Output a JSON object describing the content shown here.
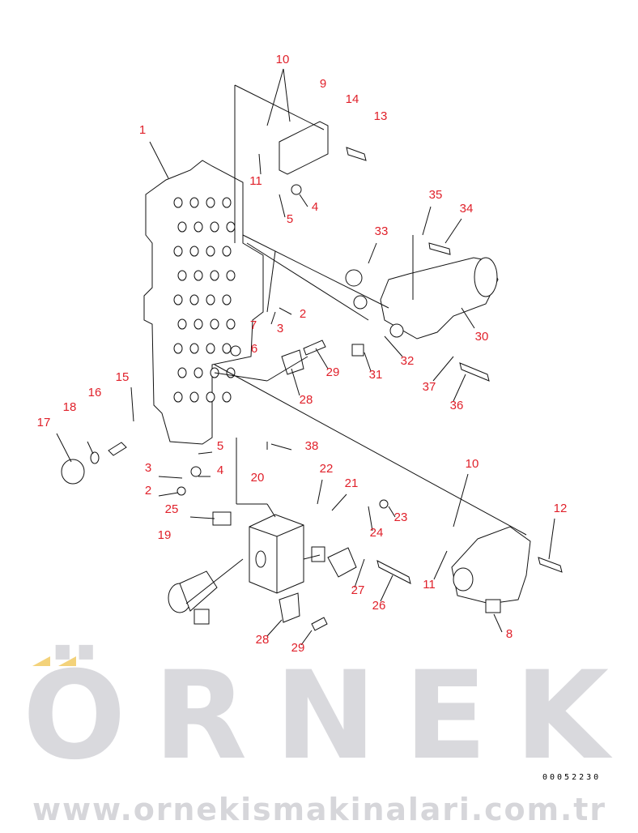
{
  "watermark": {
    "brand": "ÖRNEK",
    "url": "www.ornekismakinalari.com.tr",
    "colors": {
      "gray": "#d9d9dd",
      "accent": "#f3d27a"
    }
  },
  "drawing_code": "00052230",
  "label_color": "#e0202a",
  "callouts": [
    "10",
    "9",
    "14",
    "13",
    "1",
    "11",
    "4",
    "5",
    "35",
    "34",
    "33",
    "2",
    "3",
    "7",
    "6",
    "30",
    "32",
    "29",
    "31",
    "28",
    "37",
    "36",
    "15",
    "16",
    "18",
    "17",
    "5",
    "38",
    "10",
    "3",
    "4",
    "22",
    "20",
    "21",
    "2",
    "25",
    "23",
    "12",
    "24",
    "19",
    "27",
    "26",
    "11",
    "28",
    "29",
    "8"
  ]
}
